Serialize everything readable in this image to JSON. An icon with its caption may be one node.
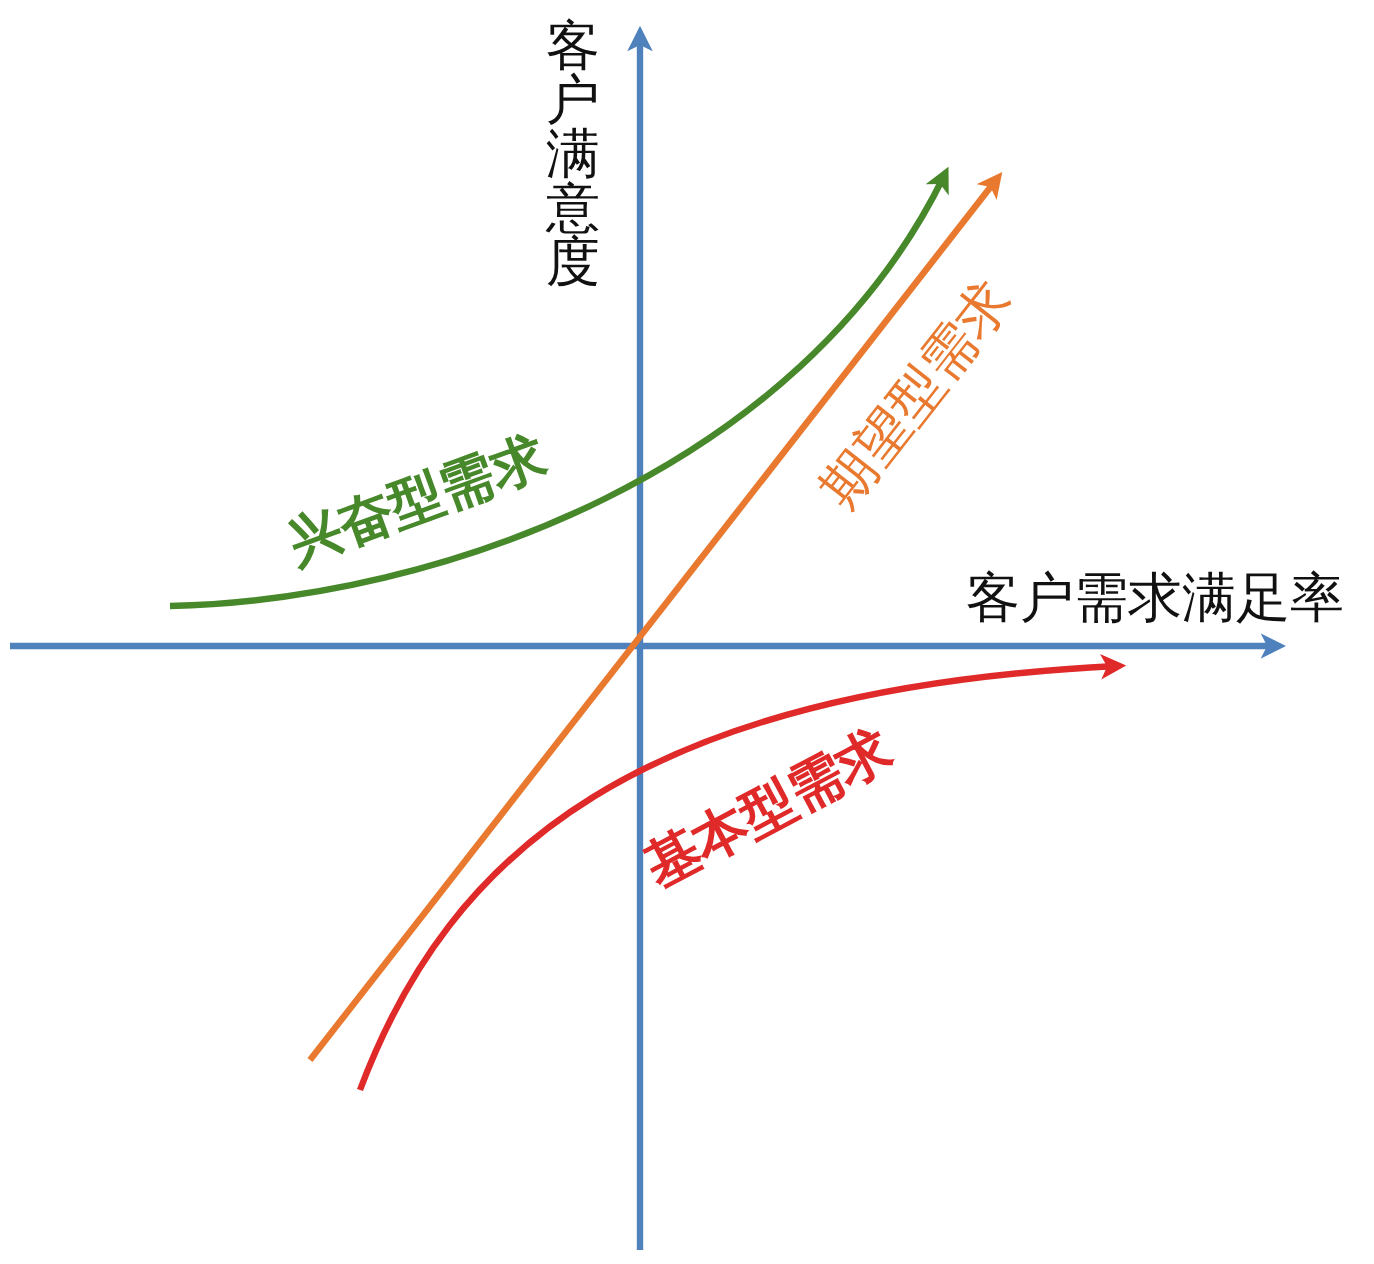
{
  "diagram": {
    "labels": [
      "客户满意度",
      "客户需求满足率",
      "兴奋型需求",
      "期望型需求",
      "基本型需求"
    ]
  }
}
